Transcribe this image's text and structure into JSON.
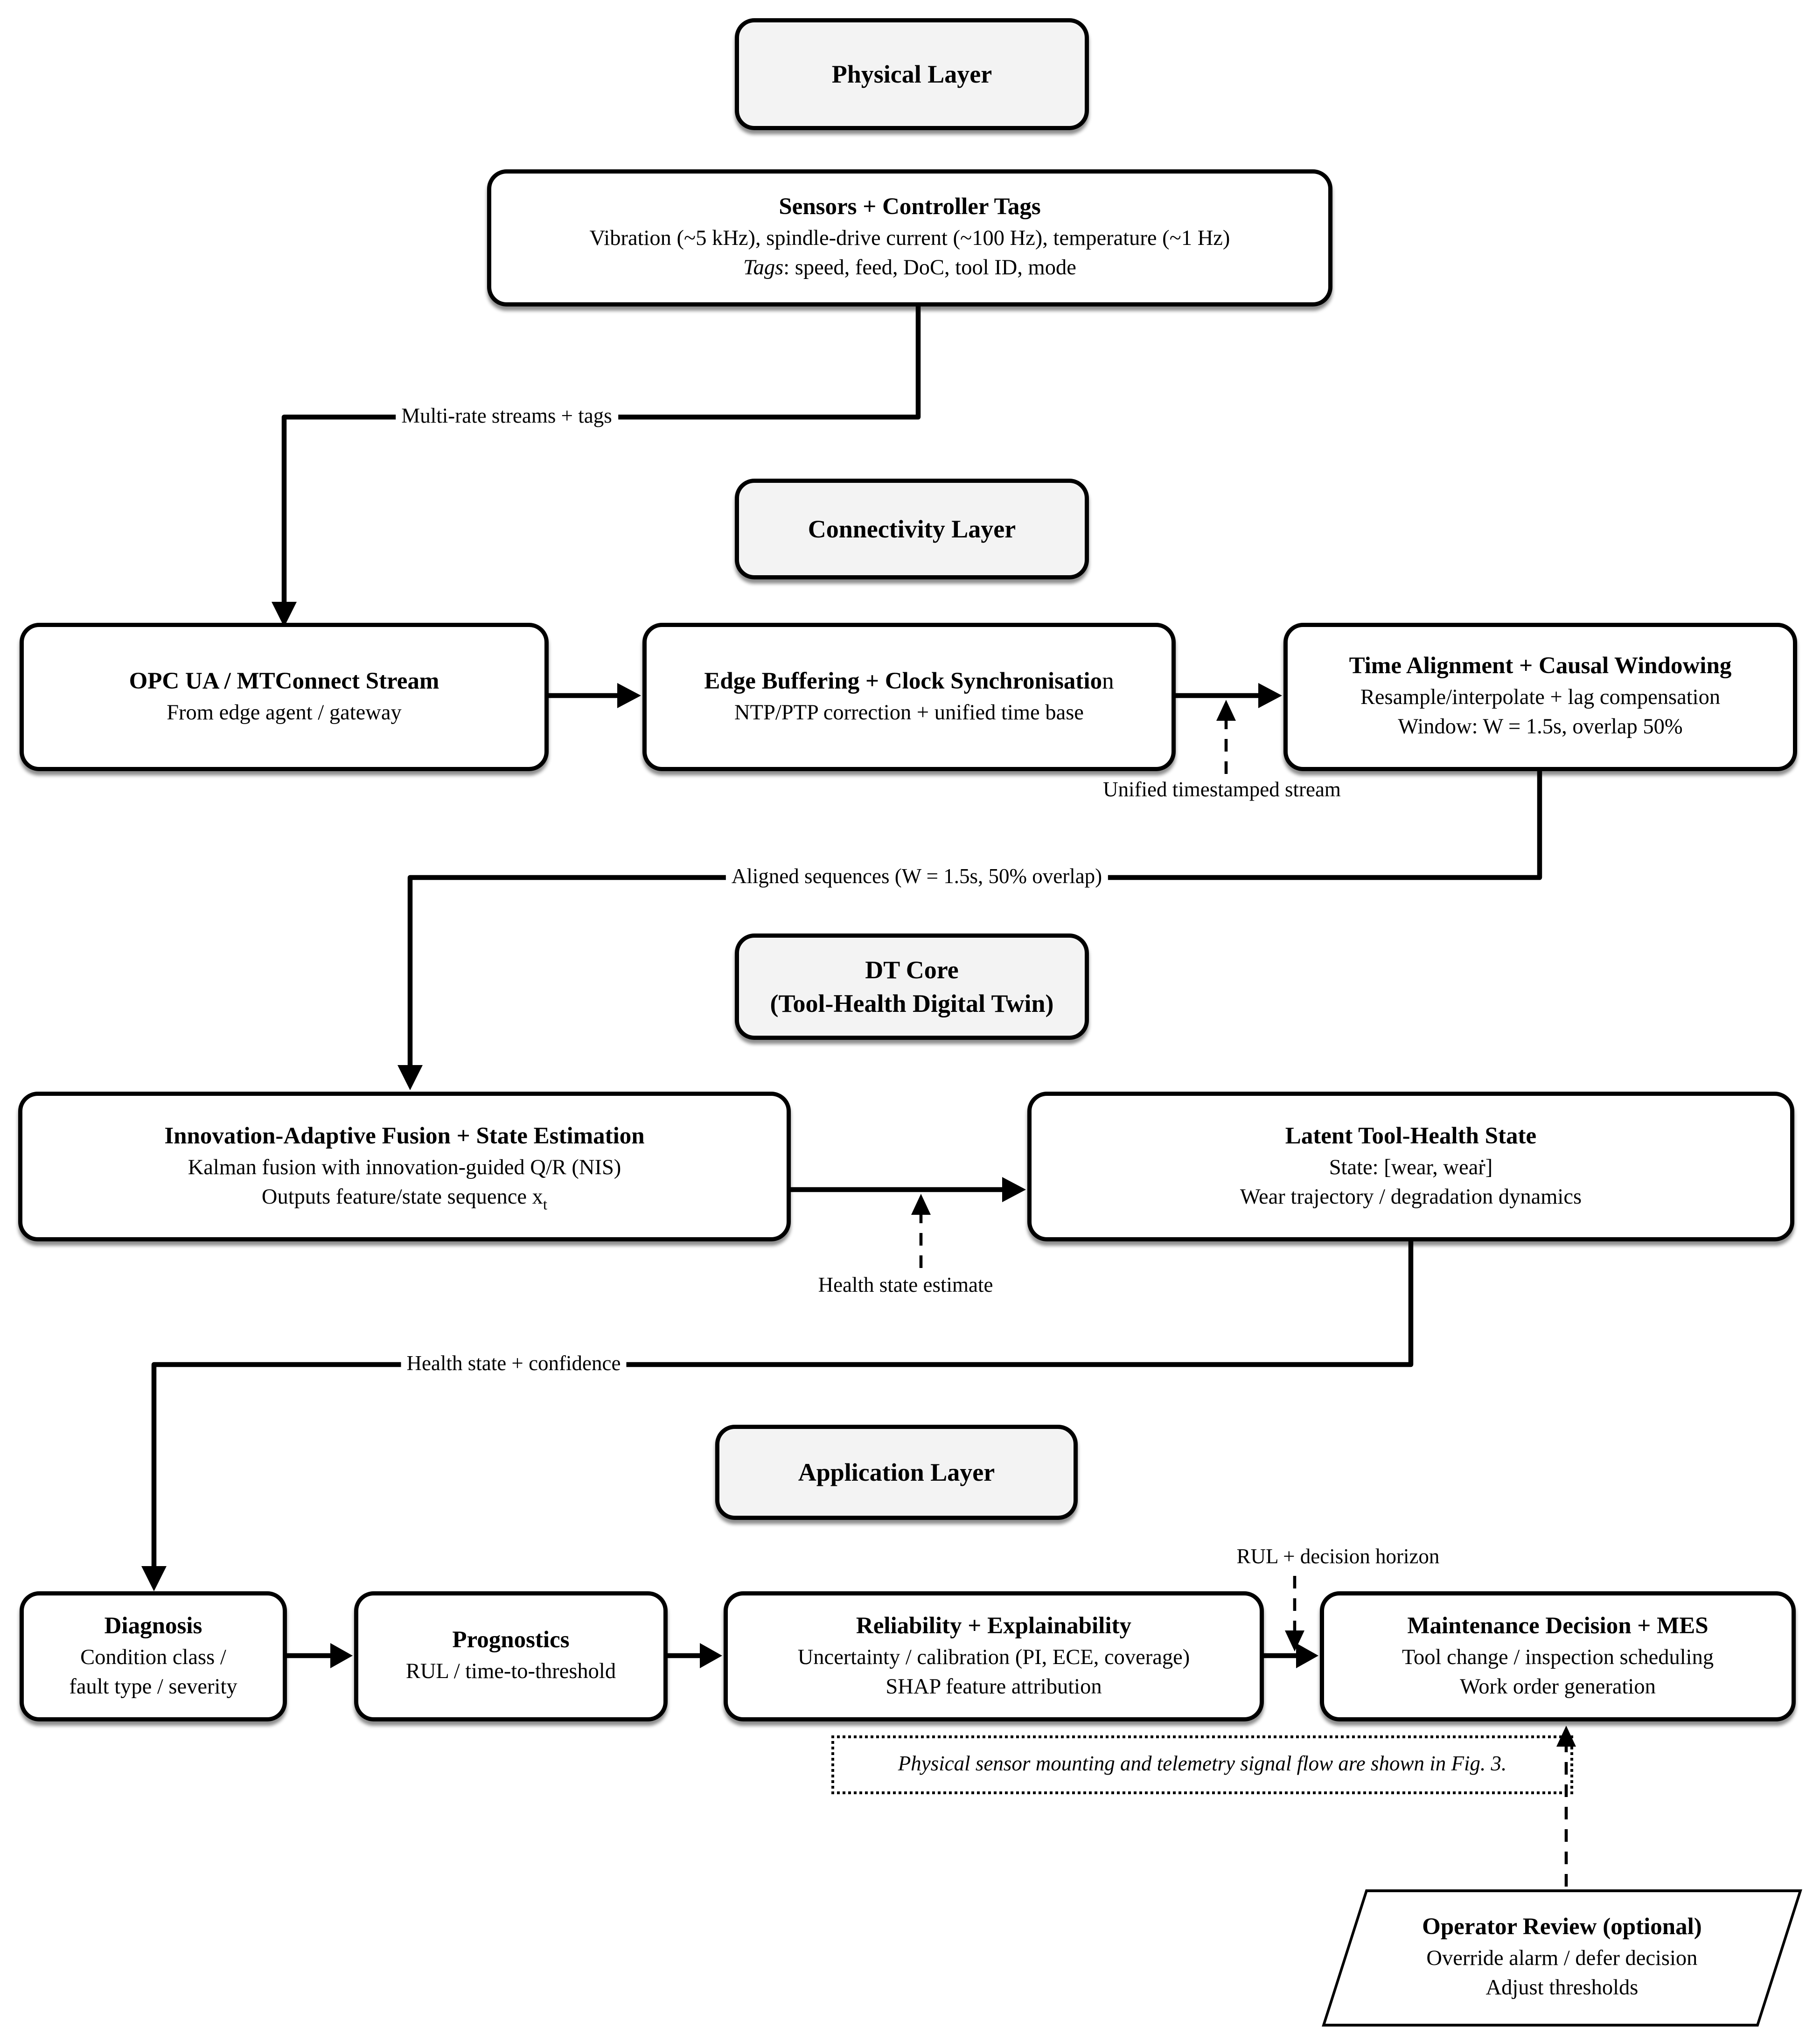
{
  "headers": {
    "physical": "Physical Layer",
    "connectivity": "Connectivity Layer",
    "dt_core_line1": "DT Core",
    "dt_core_line2": "(Tool-Health Digital Twin)",
    "application": "Application Layer"
  },
  "boxes": {
    "sensors": {
      "title": "Sensors + Controller Tags",
      "line1": "Vibration (~5 kHz), spindle-drive current (~100 Hz), temperature (~1 Hz)",
      "line2_italic": "Tags",
      "line2_rest": ": speed, feed, DoC, tool ID, mode"
    },
    "opcua": {
      "title": "OPC UA / MTConnect Stream",
      "line1": "From edge agent / gateway"
    },
    "edge": {
      "title_bold": "Edge Buffering + Clock Synchronisatio",
      "title_tail": "n",
      "line1": "NTP/PTP correction + unified time base"
    },
    "time": {
      "title": "Time Alignment + Causal Windowing",
      "line1": "Resample/interpolate + lag compensation",
      "line2": "Window: W = 1.5s, overlap 50%"
    },
    "fusion": {
      "title": "Innovation-Adaptive Fusion + State Estimation",
      "line1": "Kalman fusion with innovation-guided Q/R (NIS)",
      "line2_pre": "Outputs feature/state sequence x",
      "line2_sub": "t"
    },
    "latent": {
      "title": "Latent Tool-Health State",
      "line1": "State: [wear, weaṙ]",
      "line2": "Wear trajectory / degradation dynamics"
    },
    "diagnosis": {
      "title": "Diagnosis",
      "line1": "Condition class /",
      "line2": "fault type / severity"
    },
    "prognostics": {
      "title": "Prognostics",
      "line1": "RUL / time-to-threshold"
    },
    "reliability": {
      "title": "Reliability + Explainability",
      "line1": "Uncertainty / calibration (PI, ECE, coverage)",
      "line2": "SHAP feature attribution"
    },
    "maintenance": {
      "title": "Maintenance Decision + MES",
      "line1": "Tool change / inspection scheduling",
      "line2": "Work order generation"
    },
    "operator": {
      "title": "Operator Review (optional)",
      "line1": "Override alarm / defer decision",
      "line2": "Adjust thresholds"
    }
  },
  "edge_labels": {
    "multi_rate": "Multi-rate streams + tags",
    "unified": "Unified timestamped stream",
    "aligned": "Aligned sequences (W = 1.5s, 50% overlap)",
    "health_estimate": "Health state estimate",
    "health_confidence": "Health state + confidence",
    "rul_horizon": "RUL + decision horizon"
  },
  "note": "Physical sensor mounting and telemetry signal flow are shown in Fig. 3.",
  "colors": {
    "line": "#000000",
    "header_fill": "#f3f3f3",
    "box_fill": "#ffffff"
  }
}
